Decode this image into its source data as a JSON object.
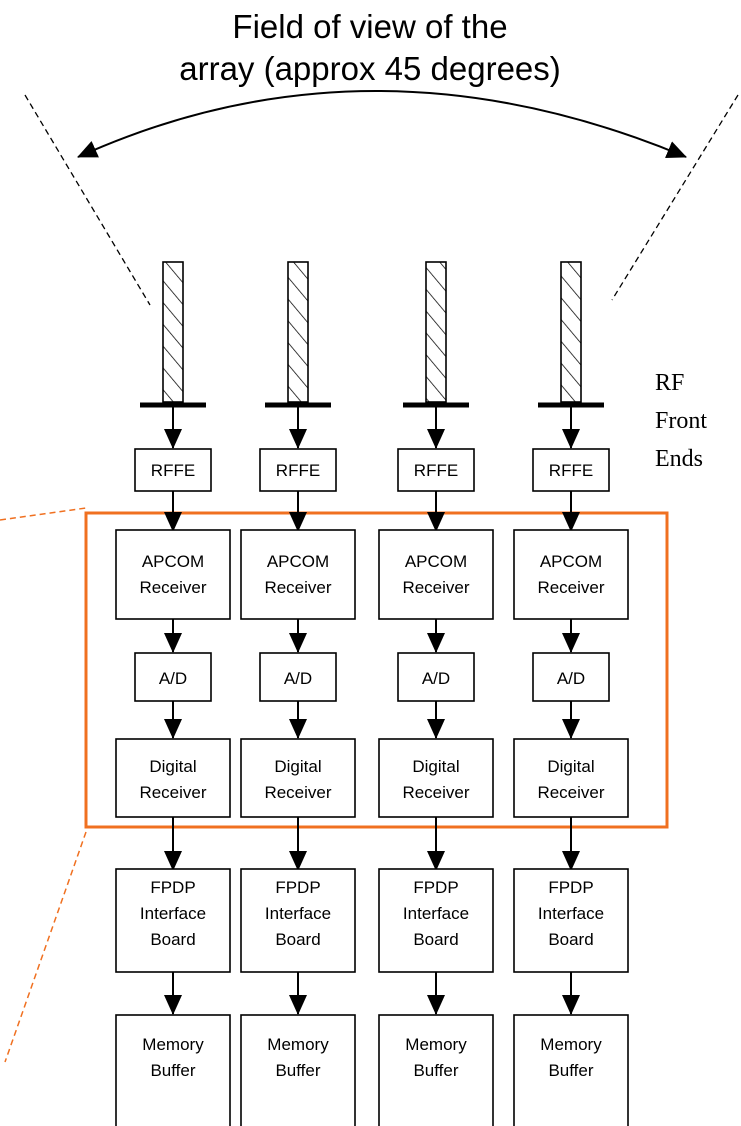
{
  "title": {
    "line1": "Field of view of the",
    "line2": "array (approx 45 degrees)"
  },
  "rf_label": {
    "line1": "RF",
    "line2": "Front",
    "line3": "Ends"
  },
  "columns": [
    {
      "rffe": "RFFE",
      "apcom": [
        "APCOM",
        "Receiver"
      ],
      "ad": "A/D",
      "digital": [
        "Digital",
        "Receiver"
      ],
      "fpdp": [
        "FPDP",
        "Interface",
        "Board"
      ],
      "memory": [
        "Memory",
        "Buffer"
      ]
    },
    {
      "rffe": "RFFE",
      "apcom": [
        "APCOM",
        "Receiver"
      ],
      "ad": "A/D",
      "digital": [
        "Digital",
        "Receiver"
      ],
      "fpdp": [
        "FPDP",
        "Interface",
        "Board"
      ],
      "memory": [
        "Memory",
        "Buffer"
      ]
    },
    {
      "rffe": "RFFE",
      "apcom": [
        "APCOM",
        "Receiver"
      ],
      "ad": "A/D",
      "digital": [
        "Digital",
        "Receiver"
      ],
      "fpdp": [
        "FPDP",
        "Interface",
        "Board"
      ],
      "memory": [
        "Memory",
        "Buffer"
      ]
    },
    {
      "rffe": "RFFE",
      "apcom": [
        "APCOM",
        "Receiver"
      ],
      "ad": "A/D",
      "digital": [
        "Digital",
        "Receiver"
      ],
      "fpdp": [
        "FPDP",
        "Interface",
        "Board"
      ],
      "memory": [
        "Memory",
        "Buffer"
      ]
    }
  ],
  "colors": {
    "highlight": "#f07020",
    "ink": "#000000"
  }
}
